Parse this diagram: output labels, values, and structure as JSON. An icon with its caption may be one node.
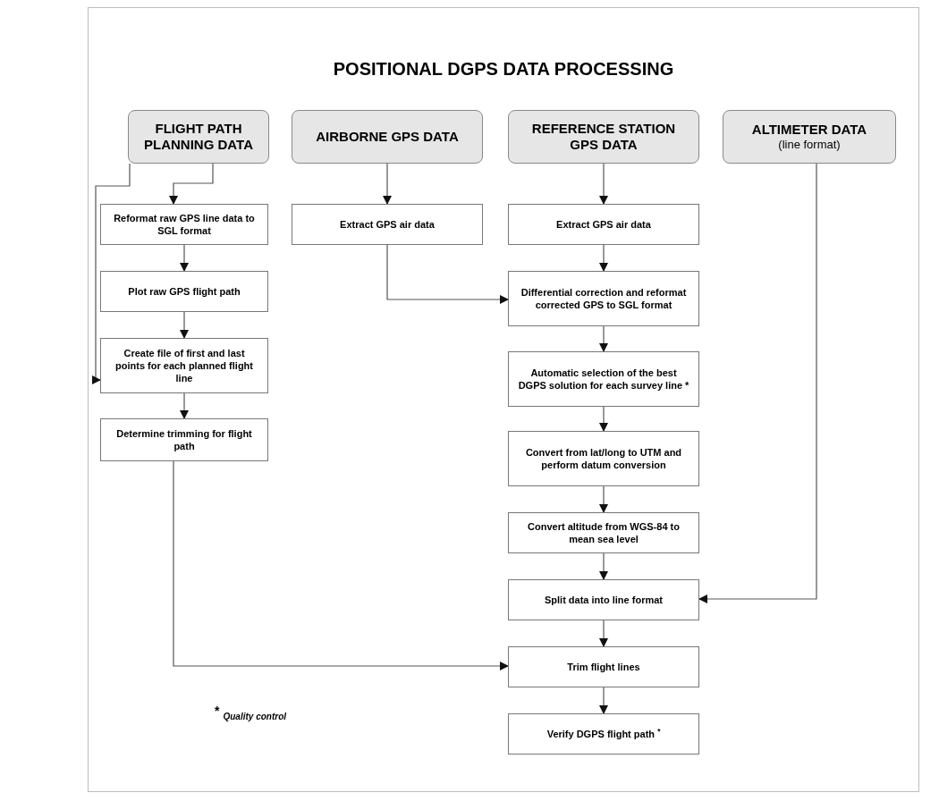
{
  "diagram": {
    "title": "POSITIONAL DGPS DATA PROCESSING",
    "nodes": [
      {
        "text": [
          "FLIGHT PATH PLANNING DATA"
        ]
      },
      {
        "text": [
          "AIRBORNE GPS DATA"
        ]
      },
      {
        "text": [
          "REFERENCE STATION GPS DATA"
        ]
      },
      {
        "text": [
          "ALTIMETER DATA",
          "(line format)"
        ]
      },
      {
        "text": [
          "Reformat raw GPS line data to SGL format"
        ]
      },
      {
        "text": [
          "Extract GPS air data"
        ]
      },
      {
        "text": [
          "Extract GPS air data"
        ]
      },
      {
        "text": [
          "Plot raw GPS flight path"
        ]
      },
      {
        "text": [
          "Differential correction and reformat corrected GPS to SGL format"
        ]
      },
      {
        "text": [
          "Create file of first and last points for each planned flight line"
        ]
      },
      {
        "text": [
          "Automatic selection of the best DGPS solution for each survey line *"
        ]
      },
      {
        "text": [
          "Determine trimming for flight path"
        ]
      },
      {
        "text": [
          "Convert from lat/long to UTM and perform datum conversion"
        ]
      },
      {
        "text": [
          "Convert altitude from WGS-84 to mean sea level"
        ]
      },
      {
        "text": [
          "Split data into line format"
        ]
      },
      {
        "text": [
          "Trim flight lines"
        ]
      },
      {
        "text": [
          "Verify DGPS flight path $^{*}$"
        ]
      }
    ],
    "edges": [
      {
        "from": 0,
        "to": 9,
        "arrow": "to"
      },
      {
        "from": 0,
        "to": 4,
        "arrow": "to"
      },
      {
        "from": 1,
        "to": 5,
        "arrow": "to"
      },
      {
        "from": 2,
        "to": 6,
        "arrow": "to"
      },
      {
        "from": 4,
        "to": 7,
        "arrow": "to"
      },
      {
        "from": 5,
        "to": 8,
        "arrow": "to"
      },
      {
        "from": 6,
        "to": 8,
        "arrow": "to"
      },
      {
        "from": 7,
        "to": 9,
        "arrow": "to"
      },
      {
        "from": 8,
        "to": 10,
        "arrow": "to"
      },
      {
        "from": 9,
        "to": 11,
        "arrow": "to"
      },
      {
        "from": 10,
        "to": 12,
        "arrow": "to"
      },
      {
        "from": 12,
        "to": 13,
        "arrow": "to"
      },
      {
        "from": 13,
        "to": 14,
        "arrow": "to"
      },
      {
        "from": 3,
        "to": 14,
        "arrow": "to"
      },
      {
        "from": 14,
        "to": 15,
        "arrow": "to"
      },
      {
        "from": 11,
        "to": 15,
        "arrow": "to"
      },
      {
        "from": 15,
        "to": 16,
        "arrow": "to"
      }
    ],
    "labels": [
      "*",
      "Quality control"
    ]
  }
}
